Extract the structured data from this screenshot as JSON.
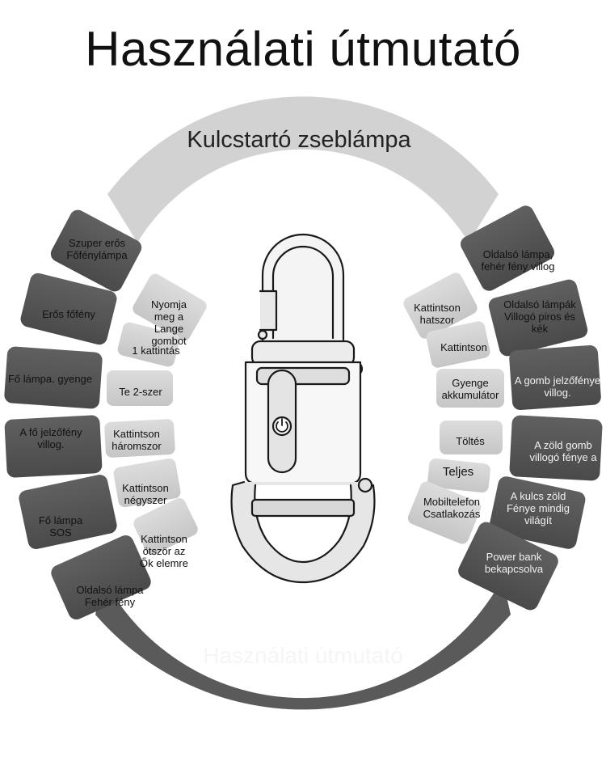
{
  "title": "Használati útmutató",
  "top_arc_label": "Kulcstartó zseblámpa",
  "bottom_arc_label": "Használati útmutató",
  "left_outer": [
    "Szuper erős Főfénylámpa",
    "Erős főfény",
    "Fő lámpa. gyenge",
    "A fő jelzőfény villog.",
    "Fő lámpa SOS",
    "Oldalsó lámpa Fehér fény"
  ],
  "left_inner": [
    "Nyomja meg a Lange gombot",
    "1 kattintás",
    "Te 2-szer",
    "Kattintson háromszor",
    "Kattintson négyszer",
    "Kattintson ötször az Ők elemre"
  ],
  "right_outer": [
    "Oldalsó lámpa, fehér fény villog",
    "Oldalsó lámpák Villogó piros és kék",
    "A gomb jelzőfénye villog.",
    "A zöld gomb villogó fénye a",
    "A kulcs zöld Fénye mindig világít",
    "Power bank bekapcsolva"
  ],
  "right_inner": [
    "Kattintson hatszor",
    "Kattintson",
    "Gyenge akkumulátor",
    "Töltés",
    "Teljes",
    "Mobiltelefon Csatlakozás"
  ],
  "colors": {
    "dark_tile": "#545454",
    "light_tile": "#d0d0d0",
    "top_arc": "#d2d2d2",
    "bottom_arc": "#5a5a5a"
  },
  "illustration": "carabiner-flashlight-icon"
}
